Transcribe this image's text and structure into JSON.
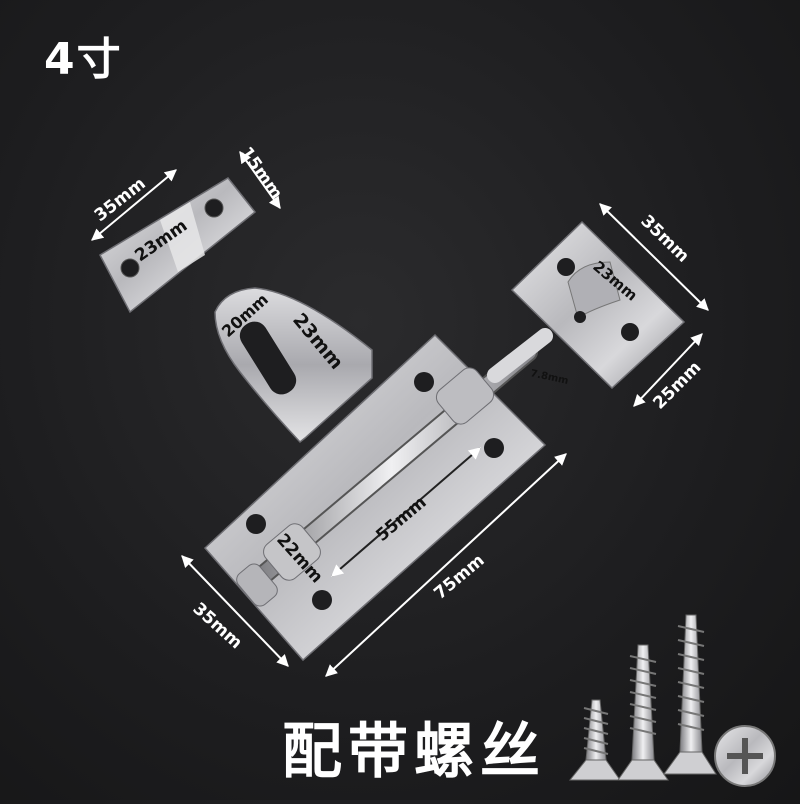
{
  "size_label": "4寸",
  "caption": "配带螺丝",
  "dimensions": {
    "small_plate_width": "35mm",
    "small_plate_height": "15mm",
    "small_plate_tab": "23mm",
    "tab_width": "20mm",
    "tab_slot": "23mm",
    "keeper_width": "35mm",
    "keeper_gap": "23mm",
    "keeper_height": "25mm",
    "bolt_diameter": "7.8mm",
    "bolt_travel": "55mm",
    "base_length": "75mm",
    "base_width": "35mm",
    "bolt_end": "22mm"
  },
  "colors": {
    "background": "#1d1d1f",
    "metal": "#c9c9cc",
    "text": "#ffffff",
    "dimension_text": "#111111"
  }
}
